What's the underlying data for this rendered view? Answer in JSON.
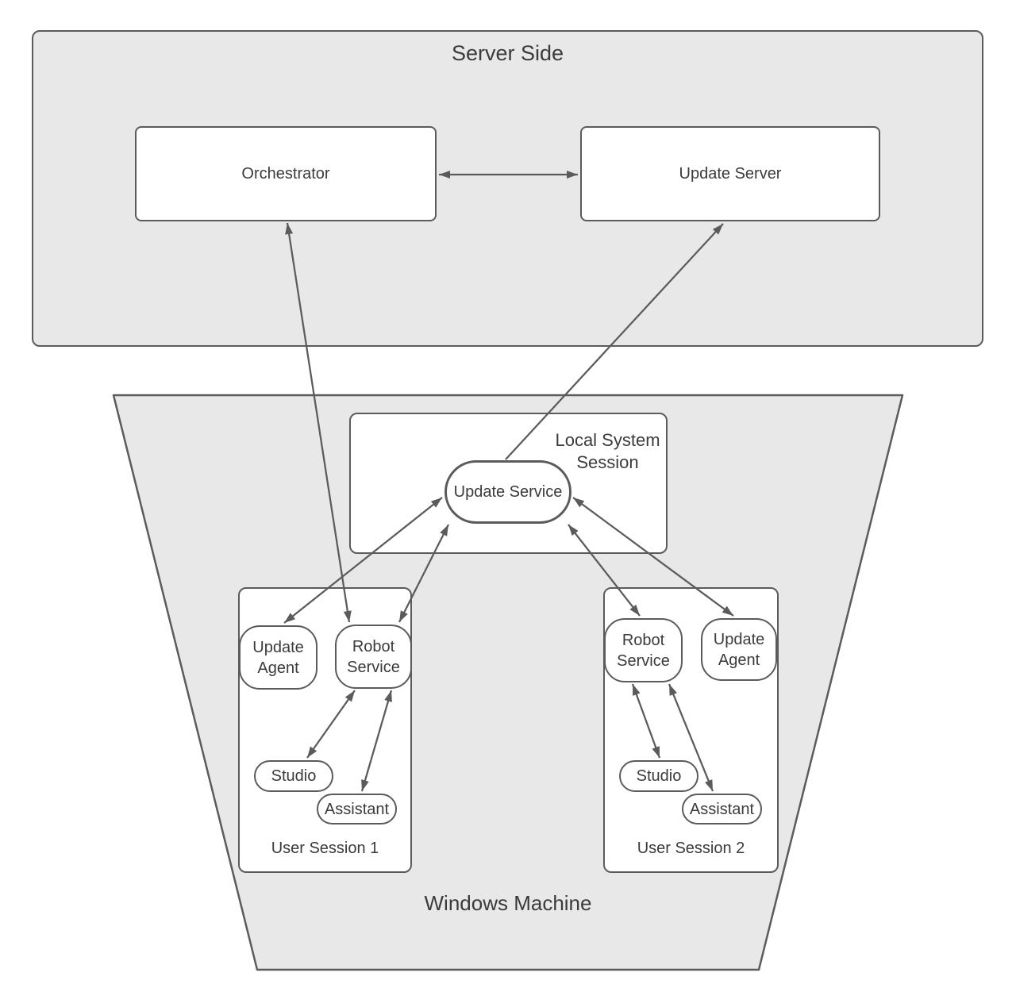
{
  "colors": {
    "region_fill": "#e8e8e8",
    "node_fill": "#ffffff",
    "stroke": "#5b5b5b",
    "text": "#3b3b3b"
  },
  "server_side": {
    "label": "Server Side",
    "orchestrator": {
      "label": "Orchestrator"
    },
    "update_server": {
      "label": "Update Server"
    }
  },
  "windows_machine": {
    "label": "Windows Machine",
    "local_system_session": {
      "label": "Local System Session",
      "update_service": {
        "label": "Update Service"
      }
    },
    "user_session_1": {
      "label": "User Session 1",
      "update_agent": {
        "label": "Update Agent"
      },
      "robot_service": {
        "label": "Robot Service"
      },
      "studio": {
        "label": "Studio"
      },
      "assistant": {
        "label": "Assistant"
      }
    },
    "user_session_2": {
      "label": "User Session 2",
      "robot_service": {
        "label": "Robot Service"
      },
      "update_agent": {
        "label": "Update Agent"
      },
      "studio": {
        "label": "Studio"
      },
      "assistant": {
        "label": "Assistant"
      }
    }
  },
  "edges": [
    {
      "from": "Orchestrator",
      "to": "Update Server",
      "bidirectional": true
    },
    {
      "from": "Robot Service (User Session 1)",
      "to": "Orchestrator",
      "bidirectional": true
    },
    {
      "from": "Update Service",
      "to": "Update Server",
      "bidirectional": false
    },
    {
      "from": "Update Service",
      "to": "Update Agent (User Session 1)",
      "bidirectional": true
    },
    {
      "from": "Update Service",
      "to": "Robot Service (User Session 1)",
      "bidirectional": true
    },
    {
      "from": "Update Service",
      "to": "Robot Service (User Session 2)",
      "bidirectional": true
    },
    {
      "from": "Update Service",
      "to": "Update Agent (User Session 2)",
      "bidirectional": true
    },
    {
      "from": "Robot Service (User Session 1)",
      "to": "Studio (User Session 1)",
      "bidirectional": true
    },
    {
      "from": "Robot Service (User Session 1)",
      "to": "Assistant (User Session 1)",
      "bidirectional": true
    },
    {
      "from": "Robot Service (User Session 2)",
      "to": "Studio (User Session 2)",
      "bidirectional": true
    },
    {
      "from": "Robot Service (User Session 2)",
      "to": "Assistant (User Session 2)",
      "bidirectional": true
    }
  ]
}
